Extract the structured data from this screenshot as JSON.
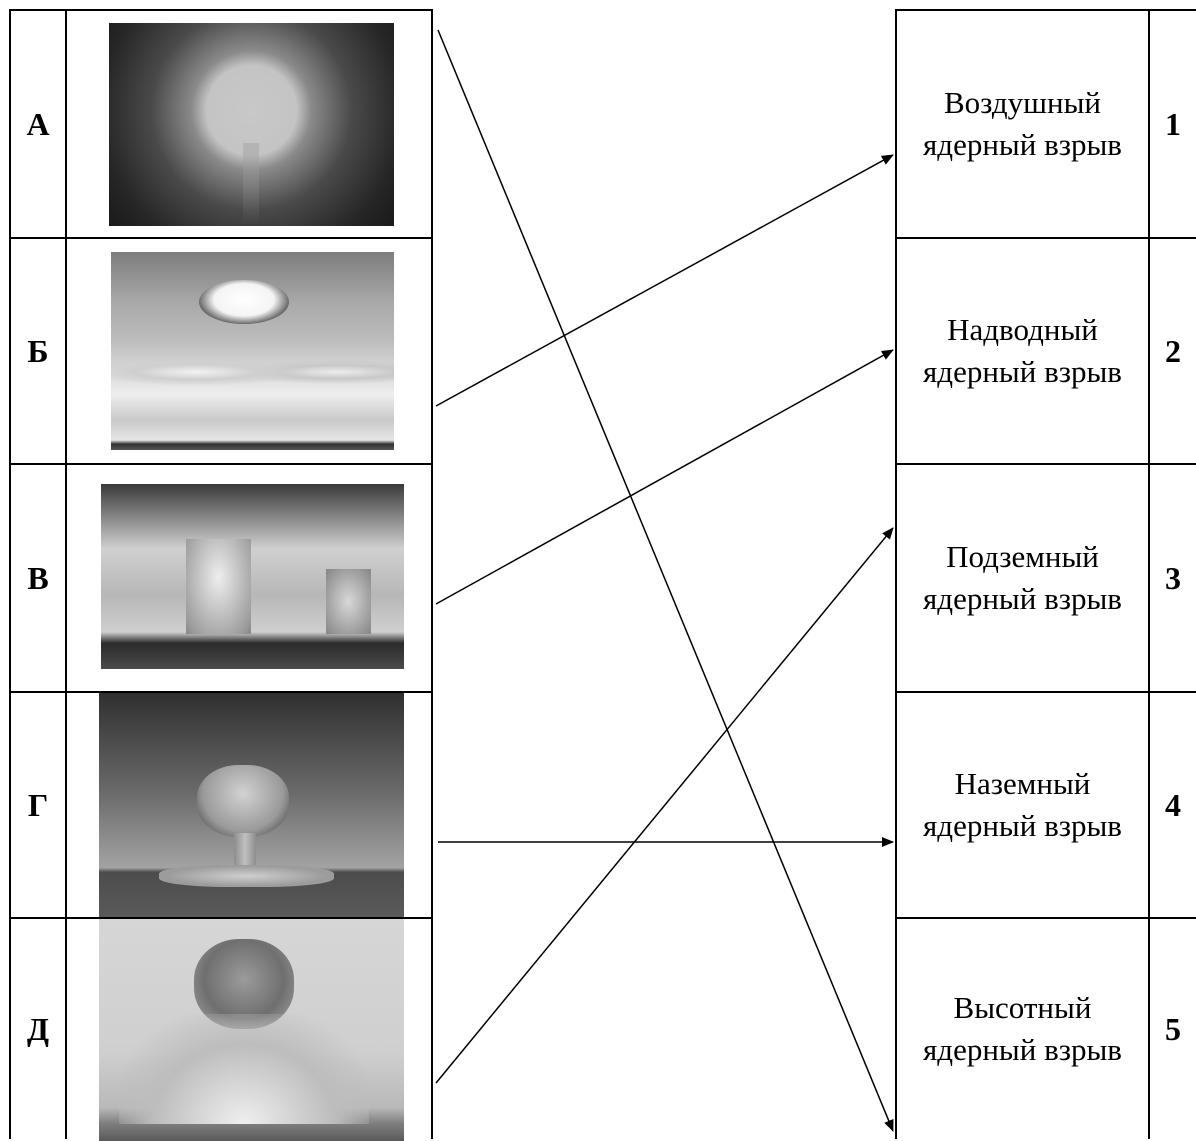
{
  "left": [
    {
      "letter": "А",
      "image": "bright-fireball-photo"
    },
    {
      "letter": "Б",
      "image": "mushroom-cloud-above-clouds-photo"
    },
    {
      "letter": "В",
      "image": "water-column-explosion-photo"
    },
    {
      "letter": "Г",
      "image": "ground-mushroom-cloud-photo"
    },
    {
      "letter": "Д",
      "image": "underground-eruption-photo"
    }
  ],
  "right": [
    {
      "name": "Воздушный ядерный взрыв",
      "number": "1"
    },
    {
      "name": "Надводный ядерный взрыв",
      "number": "2"
    },
    {
      "name": "Подземный ядерный взрыв",
      "number": "3"
    },
    {
      "name": "Наземный ядерный взрыв",
      "number": "4"
    },
    {
      "name": "Высотный ядерный взрыв",
      "number": "5"
    }
  ],
  "matches": [
    {
      "from": "А",
      "to": "5"
    },
    {
      "from": "Б",
      "to": "1"
    },
    {
      "from": "В",
      "to": "2"
    },
    {
      "from": "Г",
      "to": "4"
    },
    {
      "from": "Д",
      "to": "3"
    }
  ],
  "colors": {
    "line": "#000000",
    "border": "#000000"
  }
}
